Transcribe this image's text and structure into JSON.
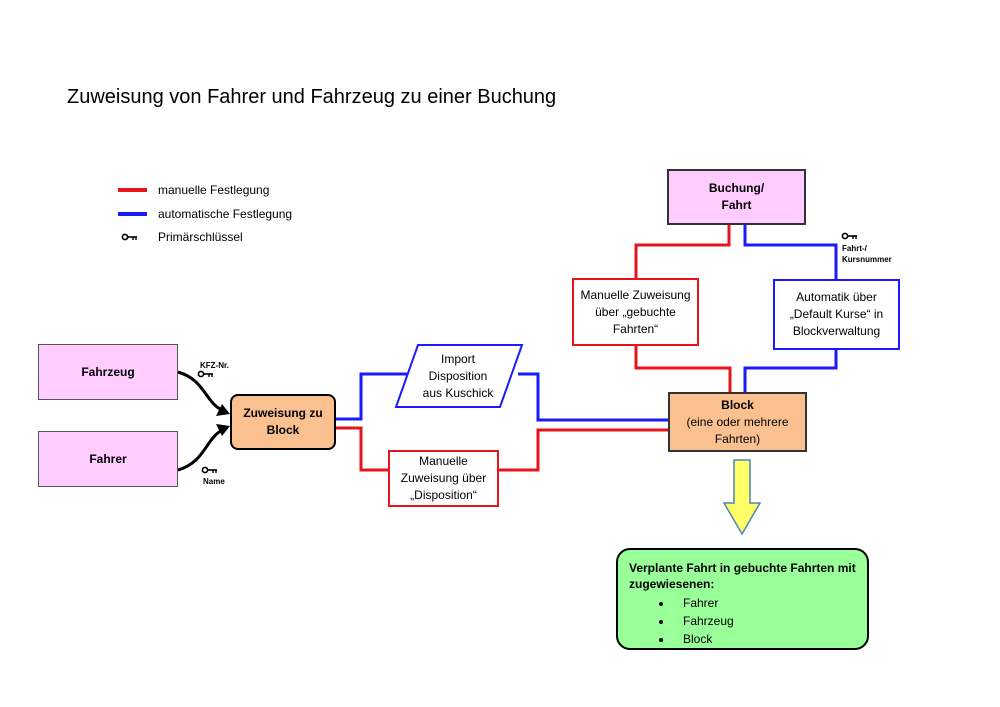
{
  "title": "Zuweisung von Fahrer und Fahrzeug zu einer Buchung",
  "legend": [
    {
      "label": "manuelle Festlegung",
      "color": "#e8141c"
    },
    {
      "label": "automatische Festlegung",
      "color": "#1a1aff"
    },
    {
      "label": "Primärschlüssel",
      "icon": "key-icon"
    }
  ],
  "nodes": {
    "fahrzeug": "Fahrzeug",
    "fahrer": "Fahrer",
    "zuweisung_l1": "Zuweisung zu",
    "zuweisung_l2": "Block",
    "import_l1": "Import",
    "import_l2": "Disposition",
    "import_l3": "aus Kuschick",
    "manuell_dispo_l1": "Manuelle",
    "manuell_dispo_l2": "Zuweisung über",
    "manuell_dispo_l3": "„Disposition“",
    "buchung_l1": "Buchung/",
    "buchung_l2": "Fahrt",
    "manuell_gebucht_l1": "Manuelle Zuweisung",
    "manuell_gebucht_l2": "über „gebuchte",
    "manuell_gebucht_l3": "Fahrten“",
    "automatik_l1": "Automatik über",
    "automatik_l2": "„Default Kurse“ in",
    "automatik_l3": "Blockverwaltung",
    "block_l1": "Block",
    "block_l2": "(eine oder mehrere",
    "block_l3": "Fahrten)"
  },
  "keys": {
    "kfz": "KFZ-Nr.",
    "name": "Name",
    "fahrt_l1": "Fahrt-/",
    "fahrt_l2": "Kursnummer"
  },
  "result": {
    "heading_l1": "Verplante Fahrt in gebuchte Fahrten mit",
    "heading_l2": "zugewiesenen:",
    "items": [
      "Fahrer",
      "Fahrzeug",
      "Block"
    ]
  },
  "colors": {
    "manual": "#e8141c",
    "automatic": "#1a1aff",
    "pink": "#ffccff",
    "orange": "#fac090",
    "green": "#99ff99",
    "arrow_yellow": "#ffff66"
  }
}
